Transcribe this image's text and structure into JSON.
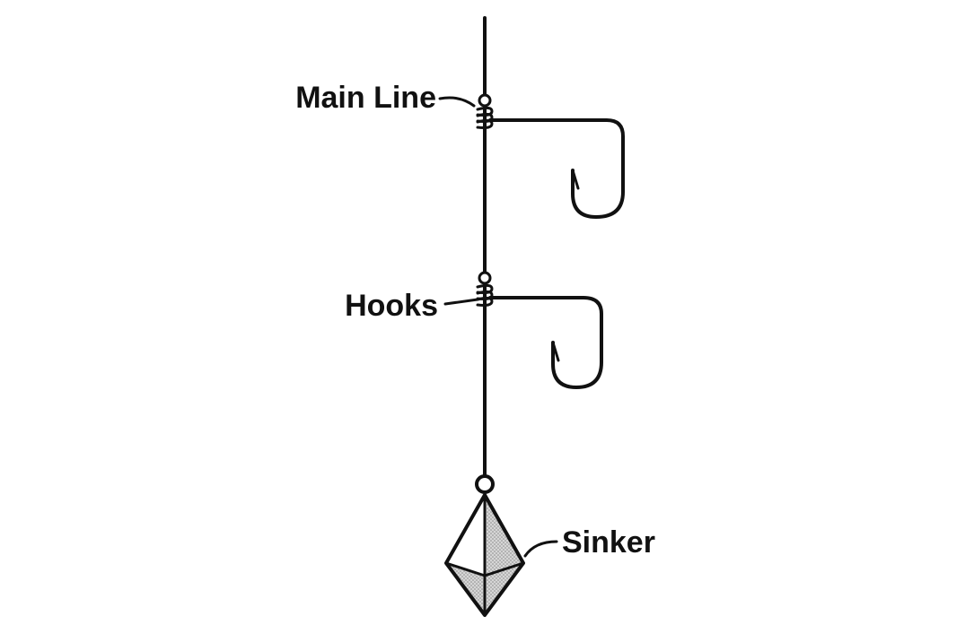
{
  "labels": {
    "main_line": "Main Line",
    "hooks": "Hooks",
    "sinker": "Sinker"
  },
  "colors": {
    "stroke": "#111111",
    "sinker_shade": "#b8b8b8",
    "background": "#ffffff"
  }
}
